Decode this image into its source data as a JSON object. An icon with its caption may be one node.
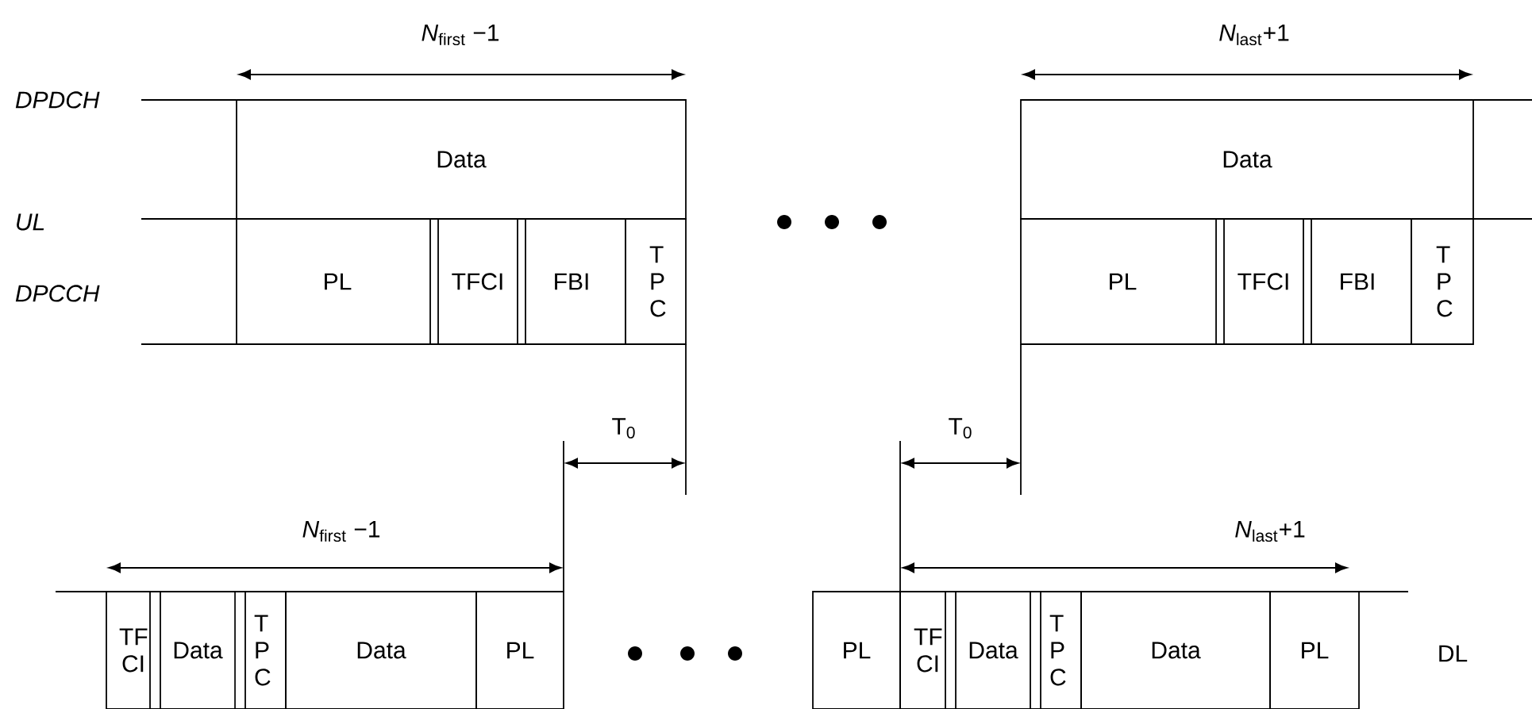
{
  "diagram": {
    "nodes": [
      {
        "text": [
          "Data"
        ]
      },
      {
        "text": [
          "PL"
        ]
      },
      {
        "text": [
          "TFCI"
        ]
      },
      {
        "text": [
          "FBI"
        ]
      },
      {
        "text": [
          "T P C"
        ]
      },
      {
        "text": [
          "Data"
        ]
      },
      {
        "text": [
          "PL"
        ]
      },
      {
        "text": [
          "TFCI"
        ]
      },
      {
        "text": [
          "FBI"
        ]
      },
      {
        "text": [
          "T P C"
        ]
      },
      {
        "text": [
          "TF CI"
        ]
      },
      {
        "text": [
          "Data"
        ]
      },
      {
        "text": [
          "T P C"
        ]
      },
      {
        "text": [
          "Data"
        ]
      },
      {
        "text": [
          "PL"
        ]
      },
      {
        "text": [
          "PL"
        ]
      },
      {
        "text": [
          "TF CI"
        ]
      },
      {
        "text": [
          "Data"
        ]
      },
      {
        "text": [
          "T P C"
        ]
      },
      {
        "text": [
          "Data"
        ]
      },
      {
        "text": [
          "PL"
        ]
      }
    ],
    "labels": [
      "*N*$_{first}$ −1",
      "*N*$_{last}$+1",
      "DPDCH",
      "UL",
      "DPCCH",
      "T$_{0}$",
      "T$_{0}$",
      "*N*$_{first}$ −1",
      "*N*$_{last}$+1",
      "DL"
    ]
  }
}
